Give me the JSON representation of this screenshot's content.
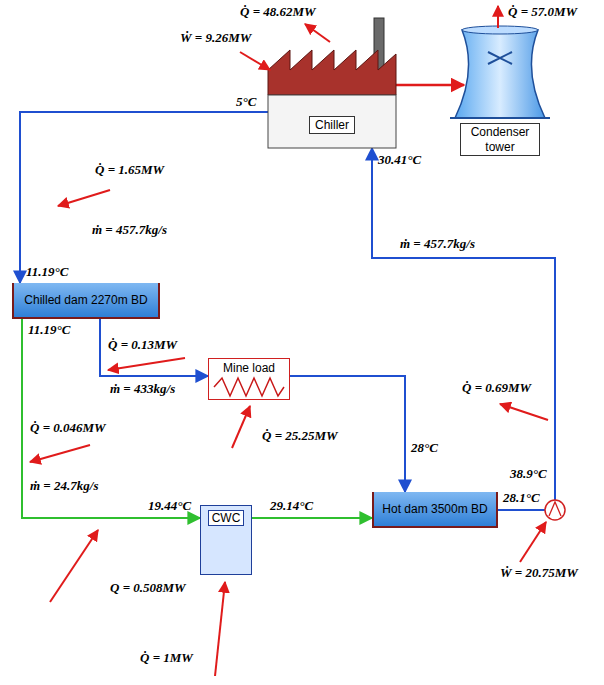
{
  "diagram": {
    "nodes": [
      {
        "text": [
          "Chiller"
        ]
      },
      {
        "text": [
          "Condenser tower"
        ]
      },
      {
        "text": [
          "Chilled dam 2270m BD"
        ]
      },
      {
        "text": [
          "Mine load"
        ]
      },
      {
        "text": [
          "Hot dam 3500m BD"
        ]
      },
      {
        "text": [
          "CWC"
        ]
      }
    ],
    "edges": [
      {
        "from": 0,
        "to": 2,
        "arrow": "to"
      },
      {
        "from": 2,
        "to": 3,
        "arrow": "to"
      },
      {
        "from": 3,
        "to": 4,
        "arrow": "to"
      },
      {
        "from": 2,
        "to": 5,
        "arrow": "to"
      },
      {
        "from": 5,
        "to": 4,
        "arrow": "to"
      },
      {
        "from": 4,
        "to": 0,
        "arrow": "to"
      },
      {
        "from": 0,
        "to": 1,
        "arrow": "to"
      }
    ],
    "labels": [
      "Q̇ = 57.0MW",
      "Q̇ = 48.62MW",
      "Ẇ = 9.26MW",
      "5°C",
      "30.41°C",
      "Q̇ = 1.65MW",
      "ṁ = 457.7kg/s",
      "ṁ = 457.7kg/s",
      "11.19°C",
      "11.19°C",
      "Q̇ = 0.13MW",
      "ṁ = 433kg/s",
      "Q̇ = 0.69MW",
      "Q̇ = 0.046MW",
      "Q̇ = 25.25MW",
      "28°C",
      "38.9°C",
      "ṁ = 24.7kg/s",
      "28.1°C",
      "19.44°C",
      "29.14°C",
      "Ẇ = 20.75MW",
      "Q = 0.508MW",
      "Q̇ = 1MW"
    ]
  }
}
